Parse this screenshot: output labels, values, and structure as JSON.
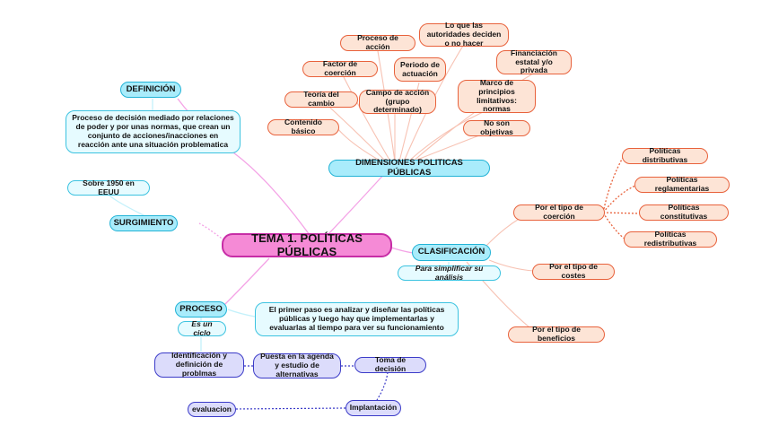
{
  "central": "TEMA 1. POLÍTICAS PÚBLICAS",
  "definicion": {
    "title": "DEFINICIÓN",
    "text": "Proceso de decisión mediado por relaciones de poder y por unas normas, que crean un conjunto de acciones/inacciones en reacción ante una situación problematica"
  },
  "surgimiento": {
    "title": "SURGIMIENTO",
    "sub": "Sobre 1950 en EEUU"
  },
  "dimensiones": {
    "title": "DIMENSIONES POLITICAS PÚBLICAS",
    "items": {
      "proceso_accion": "Proceso de acción",
      "autoridades": "Lo que las autoridades deciden o no hacer",
      "financiacion": "Financiación estatal y/o privada",
      "factor_coercion": "Factor de coerción",
      "periodo": "Periodo de actuación",
      "teoria": "Teoría del cambio",
      "campo": "Campo de acción (grupo determinado)",
      "marco": "Marco de principios limitativos: normas",
      "contenido": "Contenido básico",
      "no_objetivas": "No son objetivas"
    }
  },
  "clasificacion": {
    "title": "CLASIFICACIÓN",
    "sub": "Para simplificar su análisis",
    "coercion": "Por el tipo de coerción",
    "costes": "Por el tipo de costes",
    "beneficios": "Por el tipo de beneficios",
    "tipos": {
      "distributivas": "Políticas distributivas",
      "reglamentarias": "Políticas reglamentarias",
      "constitutivas": "Políticas constitutivas",
      "redistributivas": "Políticas redistributivas"
    }
  },
  "proceso": {
    "title": "PROCESO",
    "sub": "Es un ciclo",
    "note": "El primer paso es analizar y diseñar las políticas públicas y luego hay que implementarlas y evaluarlas al tiempo para ver su funcionamiento",
    "steps": {
      "identificacion": "Identificación y definición de problmas",
      "agenda": "Puesta en la agenda y estudio de alternativas",
      "decision": "Toma de decisión",
      "implantacion": "Implantación",
      "evaluacion": "evaluacion"
    }
  },
  "colors": {
    "central": "#f58ad6",
    "main_branch": "#a9ecfb",
    "topic": "#fde4d6",
    "topic_border": "#e8623c",
    "process": "#dcdcfb",
    "process_border": "#3b3bc8"
  }
}
